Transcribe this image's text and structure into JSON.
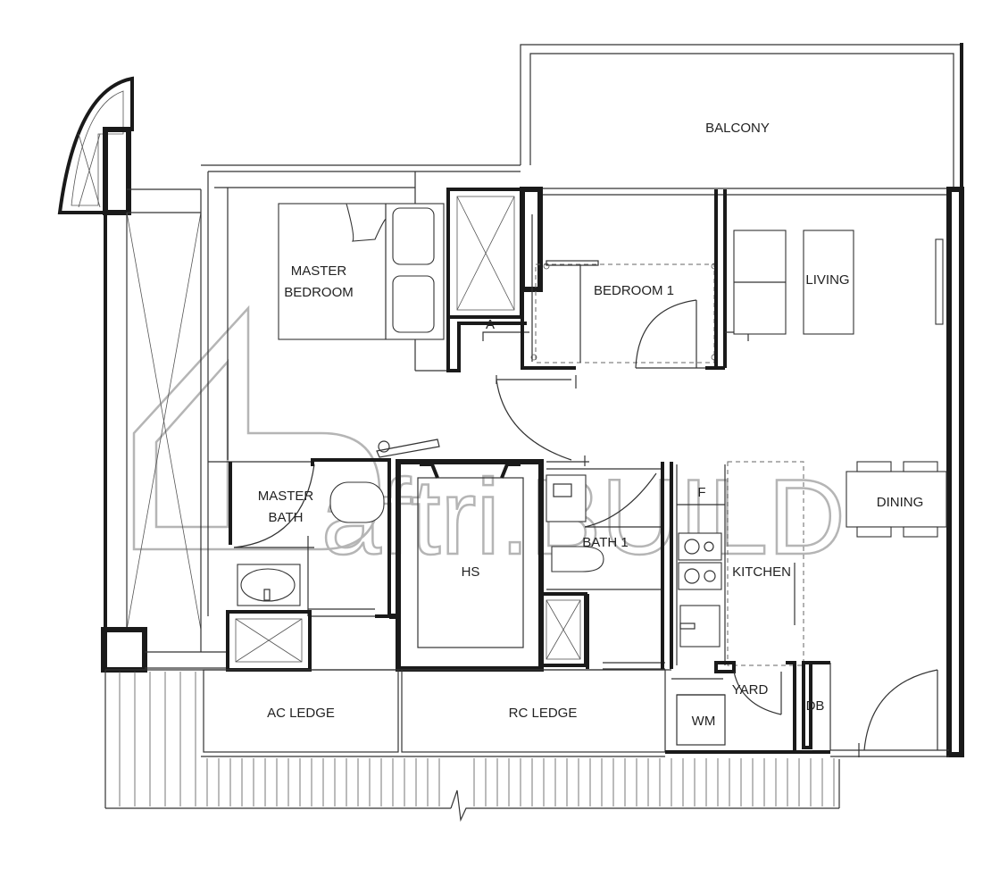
{
  "rooms": {
    "balcony": "BALCONY",
    "master_bedroom_line1": "MASTER",
    "master_bedroom_line2": "BEDROOM",
    "bedroom1": "BEDROOM 1",
    "living": "LIVING",
    "master_bath_line1": "MASTER",
    "master_bath_line2": "BATH",
    "hs": "HS",
    "bath1": "BATH 1",
    "fridge": "F",
    "kitchen": "KITCHEN",
    "dining": "DINING",
    "yard": "YARD",
    "wm": "WM",
    "db": "DB",
    "ac_ledge": "AC LEDGE",
    "rc_ledge": "RC LEDGE"
  },
  "section_marker": "A",
  "watermark": {
    "text": "aftri.BUILD"
  }
}
